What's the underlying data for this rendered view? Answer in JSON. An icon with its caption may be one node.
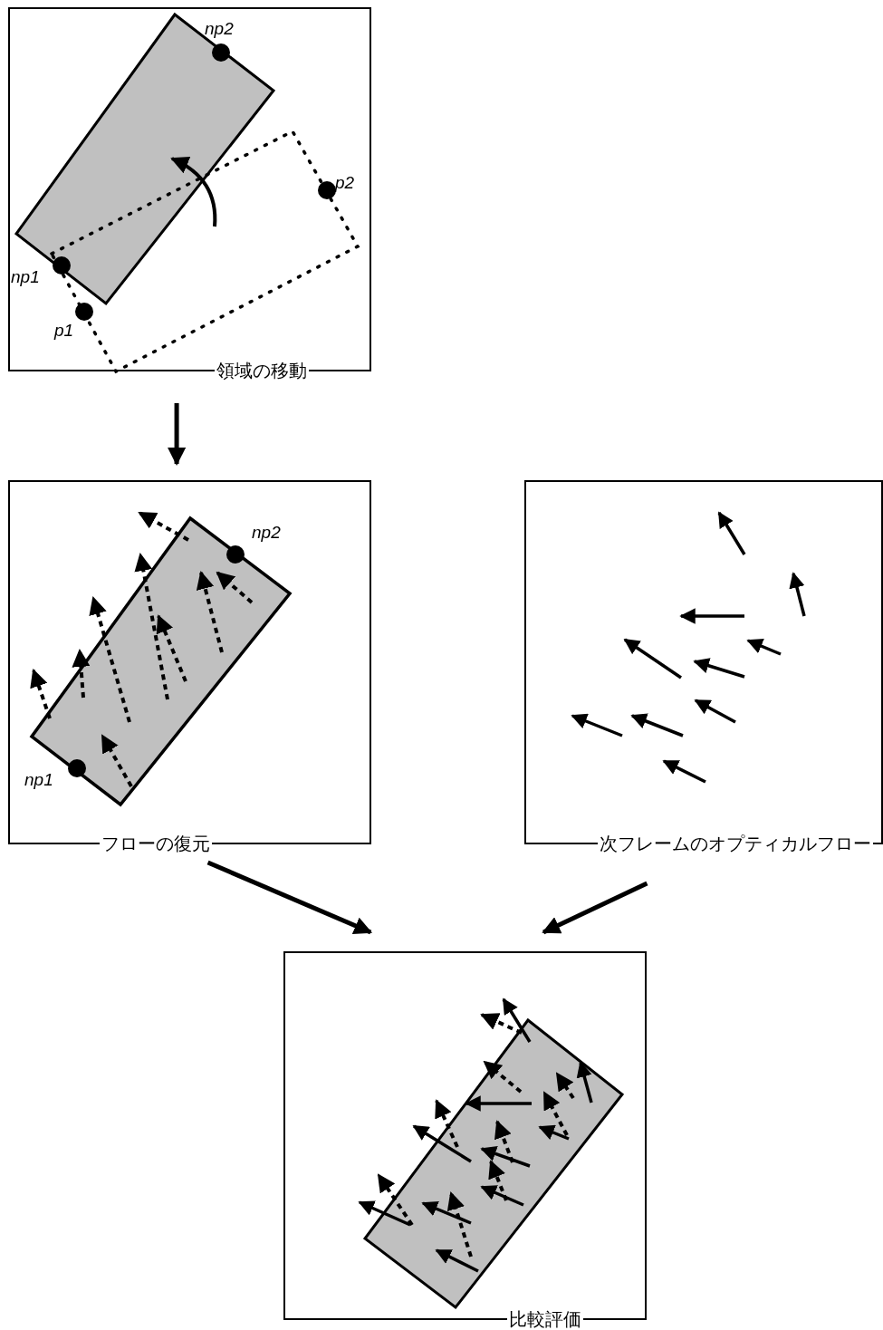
{
  "diagram": {
    "nodes": [
      {
        "text": [
          "領域の移動"
        ]
      },
      {
        "text": [
          "フローの復元"
        ]
      },
      {
        "text": [
          "次フレームのオプティカルフロー"
        ]
      },
      {
        "text": [
          "比較評価"
        ]
      }
    ],
    "edges": [
      {
        "from": 0,
        "to": 1,
        "arrow": "to"
      },
      {
        "from": 1,
        "to": 3,
        "arrow": "to"
      },
      {
        "from": 2,
        "to": 3,
        "arrow": "to"
      }
    ],
    "labels": [
      "np2",
      "p2",
      "np1",
      "p1",
      "np2",
      "np1"
    ]
  }
}
